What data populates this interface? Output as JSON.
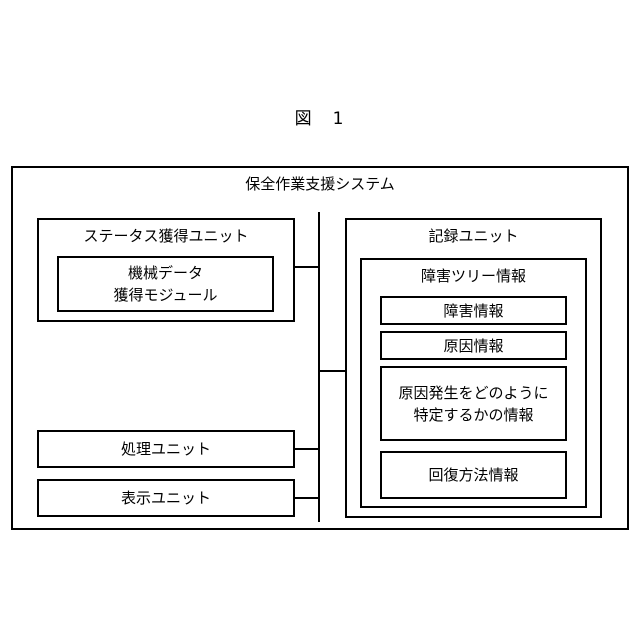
{
  "figure": {
    "title": "図　1"
  },
  "system": {
    "title": "保全作業支援システム"
  },
  "status_unit": {
    "title": "ステータス獲得ユニット",
    "module": "機械データ\n獲得モジュール"
  },
  "processing_unit": {
    "label": "処理ユニット"
  },
  "display_unit": {
    "label": "表示ユニット"
  },
  "recording_unit": {
    "title": "記録ユニット",
    "tree": {
      "title": "障害ツリー情報",
      "items": [
        "障害情報",
        "原因情報",
        "原因発生をどのように\n特定するかの情報",
        "回復方法情報"
      ]
    }
  }
}
